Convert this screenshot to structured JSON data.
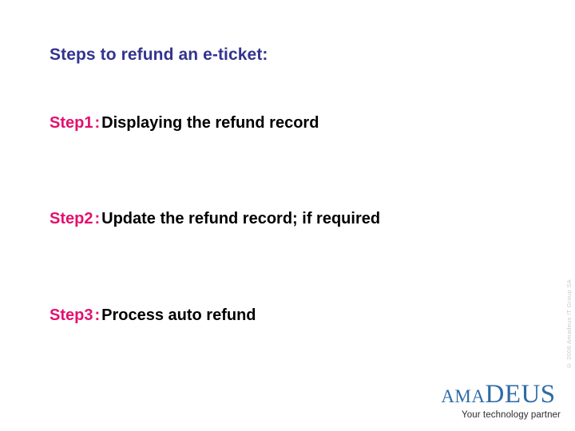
{
  "slide": {
    "background_color": "#ffffff",
    "title": "Steps to refund an e-ticket:",
    "title_color": "#333390",
    "accent_color": "#e3106e",
    "body_color": "#000000"
  },
  "steps": [
    {
      "label": "Step1",
      "separator": ":",
      "text": "Displaying the refund record"
    },
    {
      "label": "Step2",
      "separator": ":",
      "text": "Update the refund record; if required"
    },
    {
      "label": "Step3",
      "separator": ":",
      "text": "Process auto refund"
    }
  ],
  "logo": {
    "wordmark_lower": "ama",
    "wordmark_upper": "DEUS",
    "tagline": "Your technology partner",
    "wordmark_color": "#2d6ba5",
    "tagline_color": "#2b2b2b"
  },
  "footer": {
    "copyright": "© 2006 Amadeus IT Group SA",
    "copyright_color": "#c9c9c9"
  }
}
